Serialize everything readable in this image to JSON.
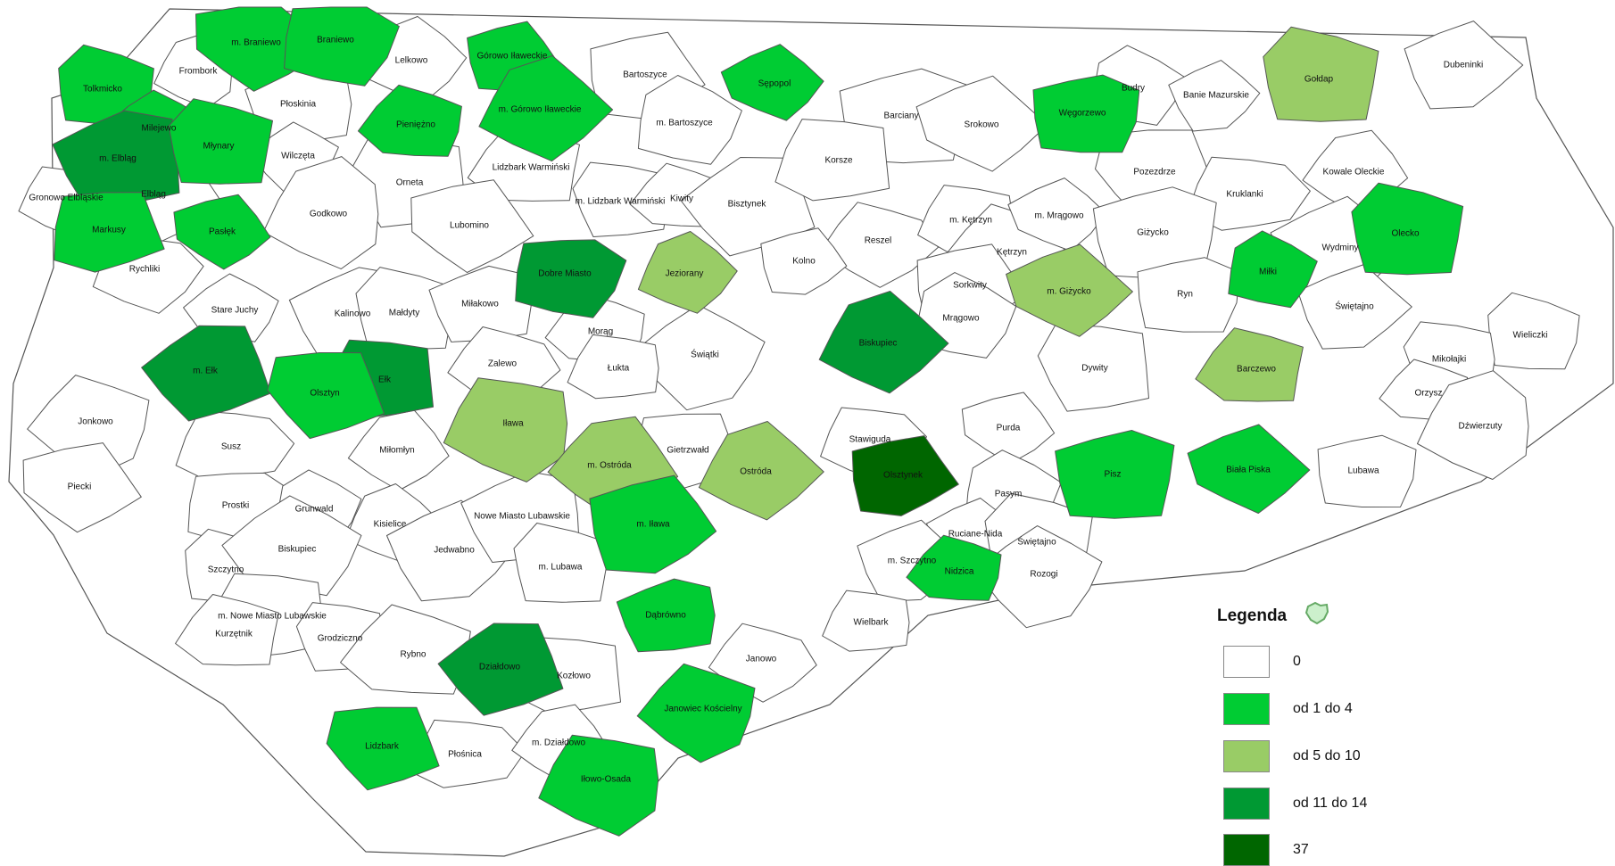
{
  "colors": {
    "c0": "#ffffff",
    "c1": "#00cc33",
    "c2": "#99cc66",
    "c3": "#009933",
    "c4": "#006600",
    "border": "#555555"
  },
  "legend": {
    "title": "Legenda",
    "icon": "region-outline-icon",
    "items": [
      {
        "label": "0",
        "color": "#ffffff"
      },
      {
        "label": "od 1 do 4",
        "color": "#00cc33"
      },
      {
        "label": "od 5 do 10",
        "color": "#99cc66"
      },
      {
        "label": "od 11 do 14",
        "color": "#009933"
      },
      {
        "label": "37",
        "color": "#006600"
      }
    ]
  },
  "regions": [
    {
      "label": "Frombork",
      "class": "c0"
    },
    {
      "label": "m. Braniewo",
      "class": "c1"
    },
    {
      "label": "Braniewo",
      "class": "c1"
    },
    {
      "label": "Lelkowo",
      "class": "c0"
    },
    {
      "label": "Górowo Iławeckie",
      "class": "c1"
    },
    {
      "label": "m. Górowo Iławeckie",
      "class": "c1"
    },
    {
      "label": "Bartoszyce",
      "class": "c0"
    },
    {
      "label": "m. Bartoszyce",
      "class": "c0"
    },
    {
      "label": "Sępopol",
      "class": "c1"
    },
    {
      "label": "Barciany",
      "class": "c0"
    },
    {
      "label": "Srokowo",
      "class": "c0"
    },
    {
      "label": "Węgorzewo",
      "class": "c1"
    },
    {
      "label": "Budry",
      "class": "c0"
    },
    {
      "label": "Banie Mazurskie",
      "class": "c0"
    },
    {
      "label": "Gołdap",
      "class": "c2"
    },
    {
      "label": "Dubeninki",
      "class": "c0"
    },
    {
      "label": "Tolkmicko",
      "class": "c1"
    },
    {
      "label": "Milejewo",
      "class": "c1"
    },
    {
      "label": "m. Elbląg",
      "class": "c3"
    },
    {
      "label": "Młynary",
      "class": "c1"
    },
    {
      "label": "Płoskinia",
      "class": "c0"
    },
    {
      "label": "Pieniężno",
      "class": "c1"
    },
    {
      "label": "Wilczęta",
      "class": "c0"
    },
    {
      "label": "Orneta",
      "class": "c0"
    },
    {
      "label": "Lidzbark Warmiński",
      "class": "c0"
    },
    {
      "label": "m. Lidzbark Warmiński",
      "class": "c0"
    },
    {
      "label": "Kiwity",
      "class": "c0"
    },
    {
      "label": "Bisztynek",
      "class": "c0"
    },
    {
      "label": "Korsze",
      "class": "c0"
    },
    {
      "label": "Reszel",
      "class": "c0"
    },
    {
      "label": "m. Kętrzyn",
      "class": "c0"
    },
    {
      "label": "Kętrzyn",
      "class": "c0"
    },
    {
      "label": "Pozezdrze",
      "class": "c0"
    },
    {
      "label": "Kruklanki",
      "class": "c0"
    },
    {
      "label": "Kowale Oleckie",
      "class": "c0"
    },
    {
      "label": "Gronowo Elbląskie",
      "class": "c0"
    },
    {
      "label": "Elbląg",
      "class": "c0"
    },
    {
      "label": "Markusy",
      "class": "c1"
    },
    {
      "label": "Rychliki",
      "class": "c0"
    },
    {
      "label": "Pasłęk",
      "class": "c1"
    },
    {
      "label": "Godkowo",
      "class": "c0"
    },
    {
      "label": "Lubomino",
      "class": "c0"
    },
    {
      "label": "Dobre Miasto",
      "class": "c3"
    },
    {
      "label": "Jeziorany",
      "class": "c2"
    },
    {
      "label": "Kolno",
      "class": "c0"
    },
    {
      "label": "Biskupiec",
      "class": "c3"
    },
    {
      "label": "Sorkwity",
      "class": "c0"
    },
    {
      "label": "Mrągowo",
      "class": "c0"
    },
    {
      "label": "m. Mrągowo",
      "class": "c0"
    },
    {
      "label": "Giżycko",
      "class": "c0"
    },
    {
      "label": "m. Giżycko",
      "class": "c2"
    },
    {
      "label": "Ryn",
      "class": "c0"
    },
    {
      "label": "Miłki",
      "class": "c1"
    },
    {
      "label": "Wydminy",
      "class": "c0"
    },
    {
      "label": "Olecko",
      "class": "c1"
    },
    {
      "label": "Świętajno",
      "class": "c0"
    },
    {
      "label": "Wieliczki",
      "class": "c0"
    },
    {
      "label": "Stare Juchy",
      "class": "c0"
    },
    {
      "label": "Kalinowo",
      "class": "c0"
    },
    {
      "label": "Małdyty",
      "class": "c0"
    },
    {
      "label": "Miłakowo",
      "class": "c0"
    },
    {
      "label": "Morąg",
      "class": "c0"
    },
    {
      "label": "Świątki",
      "class": "c0"
    },
    {
      "label": "Dywity",
      "class": "c0"
    },
    {
      "label": "Barczewo",
      "class": "c2"
    },
    {
      "label": "Mikołajki",
      "class": "c0"
    },
    {
      "label": "Orzysz",
      "class": "c0"
    },
    {
      "label": "m. Ełk",
      "class": "c3"
    },
    {
      "label": "Ełk",
      "class": "c3"
    },
    {
      "label": "Zalewo",
      "class": "c0"
    },
    {
      "label": "Łukta",
      "class": "c0"
    },
    {
      "label": "Jonkowo",
      "class": "c0"
    },
    {
      "label": "Olsztyn",
      "class": "c1"
    },
    {
      "label": "Susz",
      "class": "c0"
    },
    {
      "label": "Miłomłyn",
      "class": "c0"
    },
    {
      "label": "Iława",
      "class": "c2"
    },
    {
      "label": "m. Ostróda",
      "class": "c2"
    },
    {
      "label": "Gietrzwałd",
      "class": "c0"
    },
    {
      "label": "Stawiguda",
      "class": "c0"
    },
    {
      "label": "Purda",
      "class": "c0"
    },
    {
      "label": "Dźwierzuty",
      "class": "c0"
    },
    {
      "label": "Piecki",
      "class": "c0"
    },
    {
      "label": "Prostki",
      "class": "c0"
    },
    {
      "label": "Kisielice",
      "class": "c0"
    },
    {
      "label": "m. Iława",
      "class": "c1"
    },
    {
      "label": "Ostróda",
      "class": "c2"
    },
    {
      "label": "Olsztynek",
      "class": "c4"
    },
    {
      "label": "Pasym",
      "class": "c0"
    },
    {
      "label": "Ruciane-Nida",
      "class": "c0"
    },
    {
      "label": "Pisz",
      "class": "c1"
    },
    {
      "label": "Biała Piska",
      "class": "c1"
    },
    {
      "label": "Lubawa",
      "class": "c0"
    },
    {
      "label": "Grunwald",
      "class": "c0"
    },
    {
      "label": "Jedwabno",
      "class": "c0"
    },
    {
      "label": "Świętajno",
      "class": "c0"
    },
    {
      "label": "m. Szczytno",
      "class": "c0"
    },
    {
      "label": "Szczytno",
      "class": "c0"
    },
    {
      "label": "Biskupiec",
      "class": "c0"
    },
    {
      "label": "Nowe Miasto Lubawskie",
      "class": "c0"
    },
    {
      "label": "m. Lubawa",
      "class": "c0"
    },
    {
      "label": "Dąbrówno",
      "class": "c1"
    },
    {
      "label": "Nidzica",
      "class": "c1"
    },
    {
      "label": "Rozogi",
      "class": "c0"
    },
    {
      "label": "m. Nowe Miasto Lubawskie",
      "class": "c0"
    },
    {
      "label": "Kurzętnik",
      "class": "c0"
    },
    {
      "label": "Grodziczno",
      "class": "c0"
    },
    {
      "label": "Rybno",
      "class": "c0"
    },
    {
      "label": "Działdowo",
      "class": "c3"
    },
    {
      "label": "Kozłowo",
      "class": "c0"
    },
    {
      "label": "Janowo",
      "class": "c0"
    },
    {
      "label": "Wielbark",
      "class": "c0"
    },
    {
      "label": "Janowiec Kościelny",
      "class": "c1"
    },
    {
      "label": "Lidzbark",
      "class": "c1"
    },
    {
      "label": "Płośnica",
      "class": "c0"
    },
    {
      "label": "m. Działdowo",
      "class": "c0"
    },
    {
      "label": "Iłowo-Osada",
      "class": "c1"
    }
  ]
}
